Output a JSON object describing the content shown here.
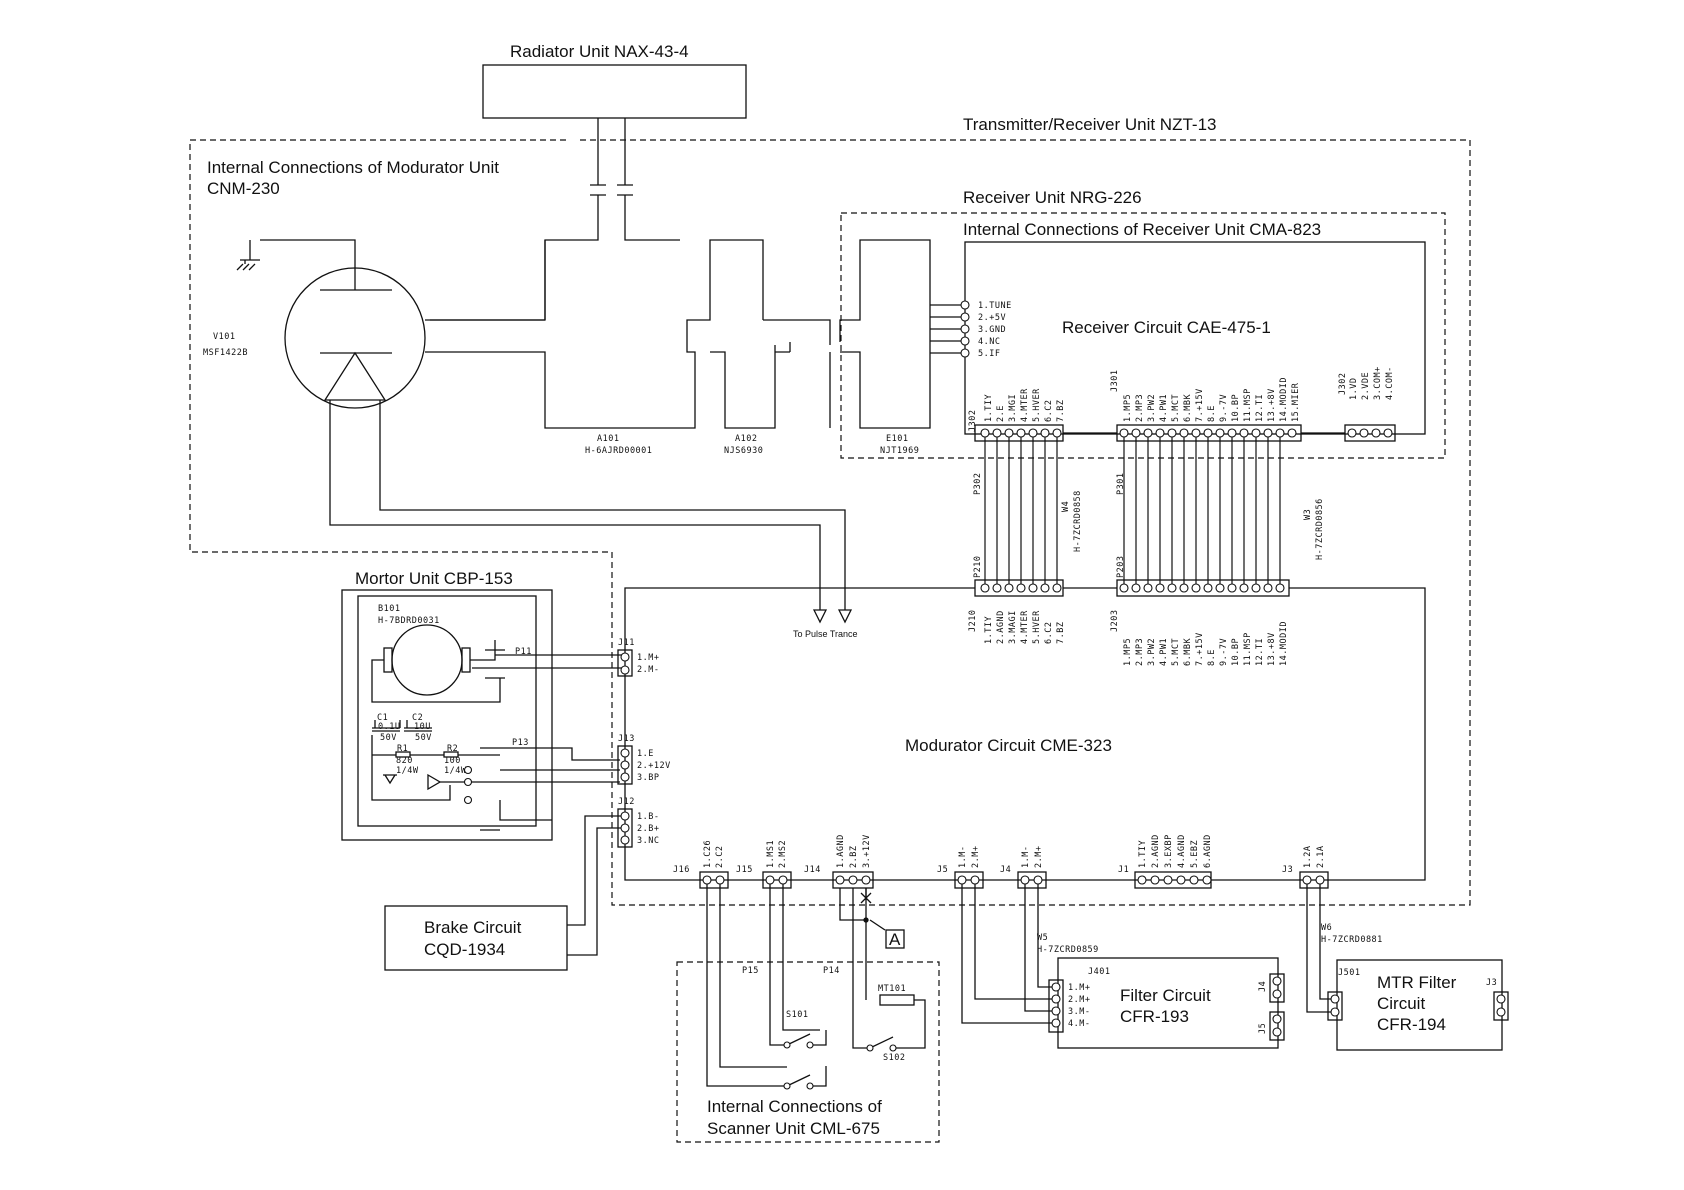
{
  "units": {
    "radiator": "Radiator Unit  NAX-43-4",
    "txrx": "Transmitter/Receiver Unit  NZT-13",
    "modurator_unit_1": "Internal Connections of Modurator Unit",
    "modurator_unit_2": "CNM-230",
    "receiver_unit": "Receiver Unit  NRG-226",
    "receiver_internal": "Internal Connections of Receiver Unit  CMA-823",
    "receiver_circuit": "Receiver Circuit  CAE-475-1",
    "motor_unit": "Mortor Unit  CBP-153",
    "modurator_circuit": "Modurator Circuit  CME-323",
    "brake_1": "Brake Circuit",
    "brake_2": "CQD-1934",
    "filter_1": "Filter Circuit",
    "filter_2": "CFR-193",
    "mtr_1": "MTR Filter",
    "mtr_2": "Circuit",
    "mtr_3": "CFR-194",
    "scanner_1": "Internal Connections of",
    "scanner_2": "Scanner Unit  CML-675"
  },
  "components": {
    "v101": "V101",
    "v101_part": "MSF1422B",
    "a101": "A101",
    "a101_part": "H-6AJRD00001",
    "a102": "A102",
    "a102_part": "NJS6930",
    "e101": "E101",
    "e101_part": "NJT1969",
    "b101": "B101",
    "b101_part": "H-7BDRD0031",
    "c1": "C1",
    "c1_val": "0.1U",
    "c1_v": "50V",
    "c2": "C2",
    "c2_val": "10U",
    "c2_v": "50V",
    "r1": "R1",
    "r1_val": "820",
    "r1_w": "1/4W",
    "r2": "R2",
    "r2_val": "100",
    "r2_w": "1/4W",
    "mt101": "MT101",
    "s101": "S101",
    "s102": "S102",
    "pulse": "To Pulse Trance",
    "marker_a": "A"
  },
  "connectors": {
    "j302_left_pins": [
      "1.TUNE",
      "2.+5V",
      "3.GND",
      "4.NC",
      "5.IF"
    ],
    "j302": "J302",
    "j302_pins": [
      "1.TIY",
      "2.E",
      "3.MGI",
      "4.MTER",
      "5.HVER",
      "6.C2",
      "7.BZ"
    ],
    "j301": "J301",
    "j301_pins": [
      "1.MP5",
      "2.MP3",
      "3.PW2",
      "4.PW1",
      "5.MCT",
      "6.MBK",
      "7.+15V",
      "8.E",
      "9.-7V",
      "10.BP",
      "11.MSP",
      "12.TI",
      "13.+8V",
      "14.MODID",
      "15.MIER"
    ],
    "j302b": "J302",
    "j302b_pins": [
      "1.VD",
      "2.VDE",
      "3.COM+",
      "4.COM-"
    ],
    "p302": "P302",
    "p301": "P301",
    "w4": "W4",
    "w4_part": "H-7ZCRD0858",
    "w3": "W3",
    "w3_part": "H-7ZCRD0856",
    "p210": "P210",
    "p203": "P203",
    "j210": "J210",
    "j210_pins": [
      "1.TIY",
      "2.AGND",
      "3.MAGI",
      "4.MTER",
      "5.HVER",
      "6.C2",
      "7.BZ"
    ],
    "j203": "J203",
    "j203_pins": [
      "1.MP5",
      "2.MP3",
      "3.PW2",
      "4.PW1",
      "5.MCT",
      "6.MBK",
      "7.+15V",
      "8.E",
      "9.-7V",
      "10.BP",
      "11.MSP",
      "12.TI",
      "13.+8V",
      "14.MODID"
    ],
    "j11": "J11",
    "j11_pins": [
      "1.M+",
      "2.M-"
    ],
    "p11": "P11",
    "j13": "J13",
    "j13_pins": [
      "1.E",
      "2.+12V",
      "3.BP"
    ],
    "p13": "P13",
    "j12": "J12",
    "j12_pins": [
      "1.B-",
      "2.B+",
      "3.NC"
    ],
    "j16": "J16",
    "j16_pins": [
      "1.C26",
      "2.C2"
    ],
    "j15": "J15",
    "j15_pins": [
      "1.MS1",
      "2.MS2"
    ],
    "j14": "J14",
    "j14_pins": [
      "1.AGND",
      "2.BZ",
      "3.+12V"
    ],
    "j5": "J5",
    "j5_pins": [
      "1.M-",
      "2.M+"
    ],
    "j4": "J4",
    "j4_pins": [
      "1.M-",
      "2.M+"
    ],
    "j1": "J1",
    "j1_pins": [
      "1.TIY",
      "2.AGND",
      "3.EXBP",
      "4.AGND",
      "5.EBZ",
      "6.AGND"
    ],
    "j3": "J3",
    "j3_pins": [
      "1.2A",
      "2.1A"
    ],
    "p15": "P15",
    "p14": "P14",
    "w5": "W5",
    "w5_part": "H-7ZCRD0859",
    "w6": "W6",
    "w6_part": "H-7ZCRD0881",
    "j401": "J401",
    "j401_pins": [
      "1.M+",
      "2.M+",
      "3.M-",
      "4.M-"
    ],
    "j4f": "J4",
    "j5f": "J5",
    "j501": "J501",
    "j3m": "J3"
  }
}
